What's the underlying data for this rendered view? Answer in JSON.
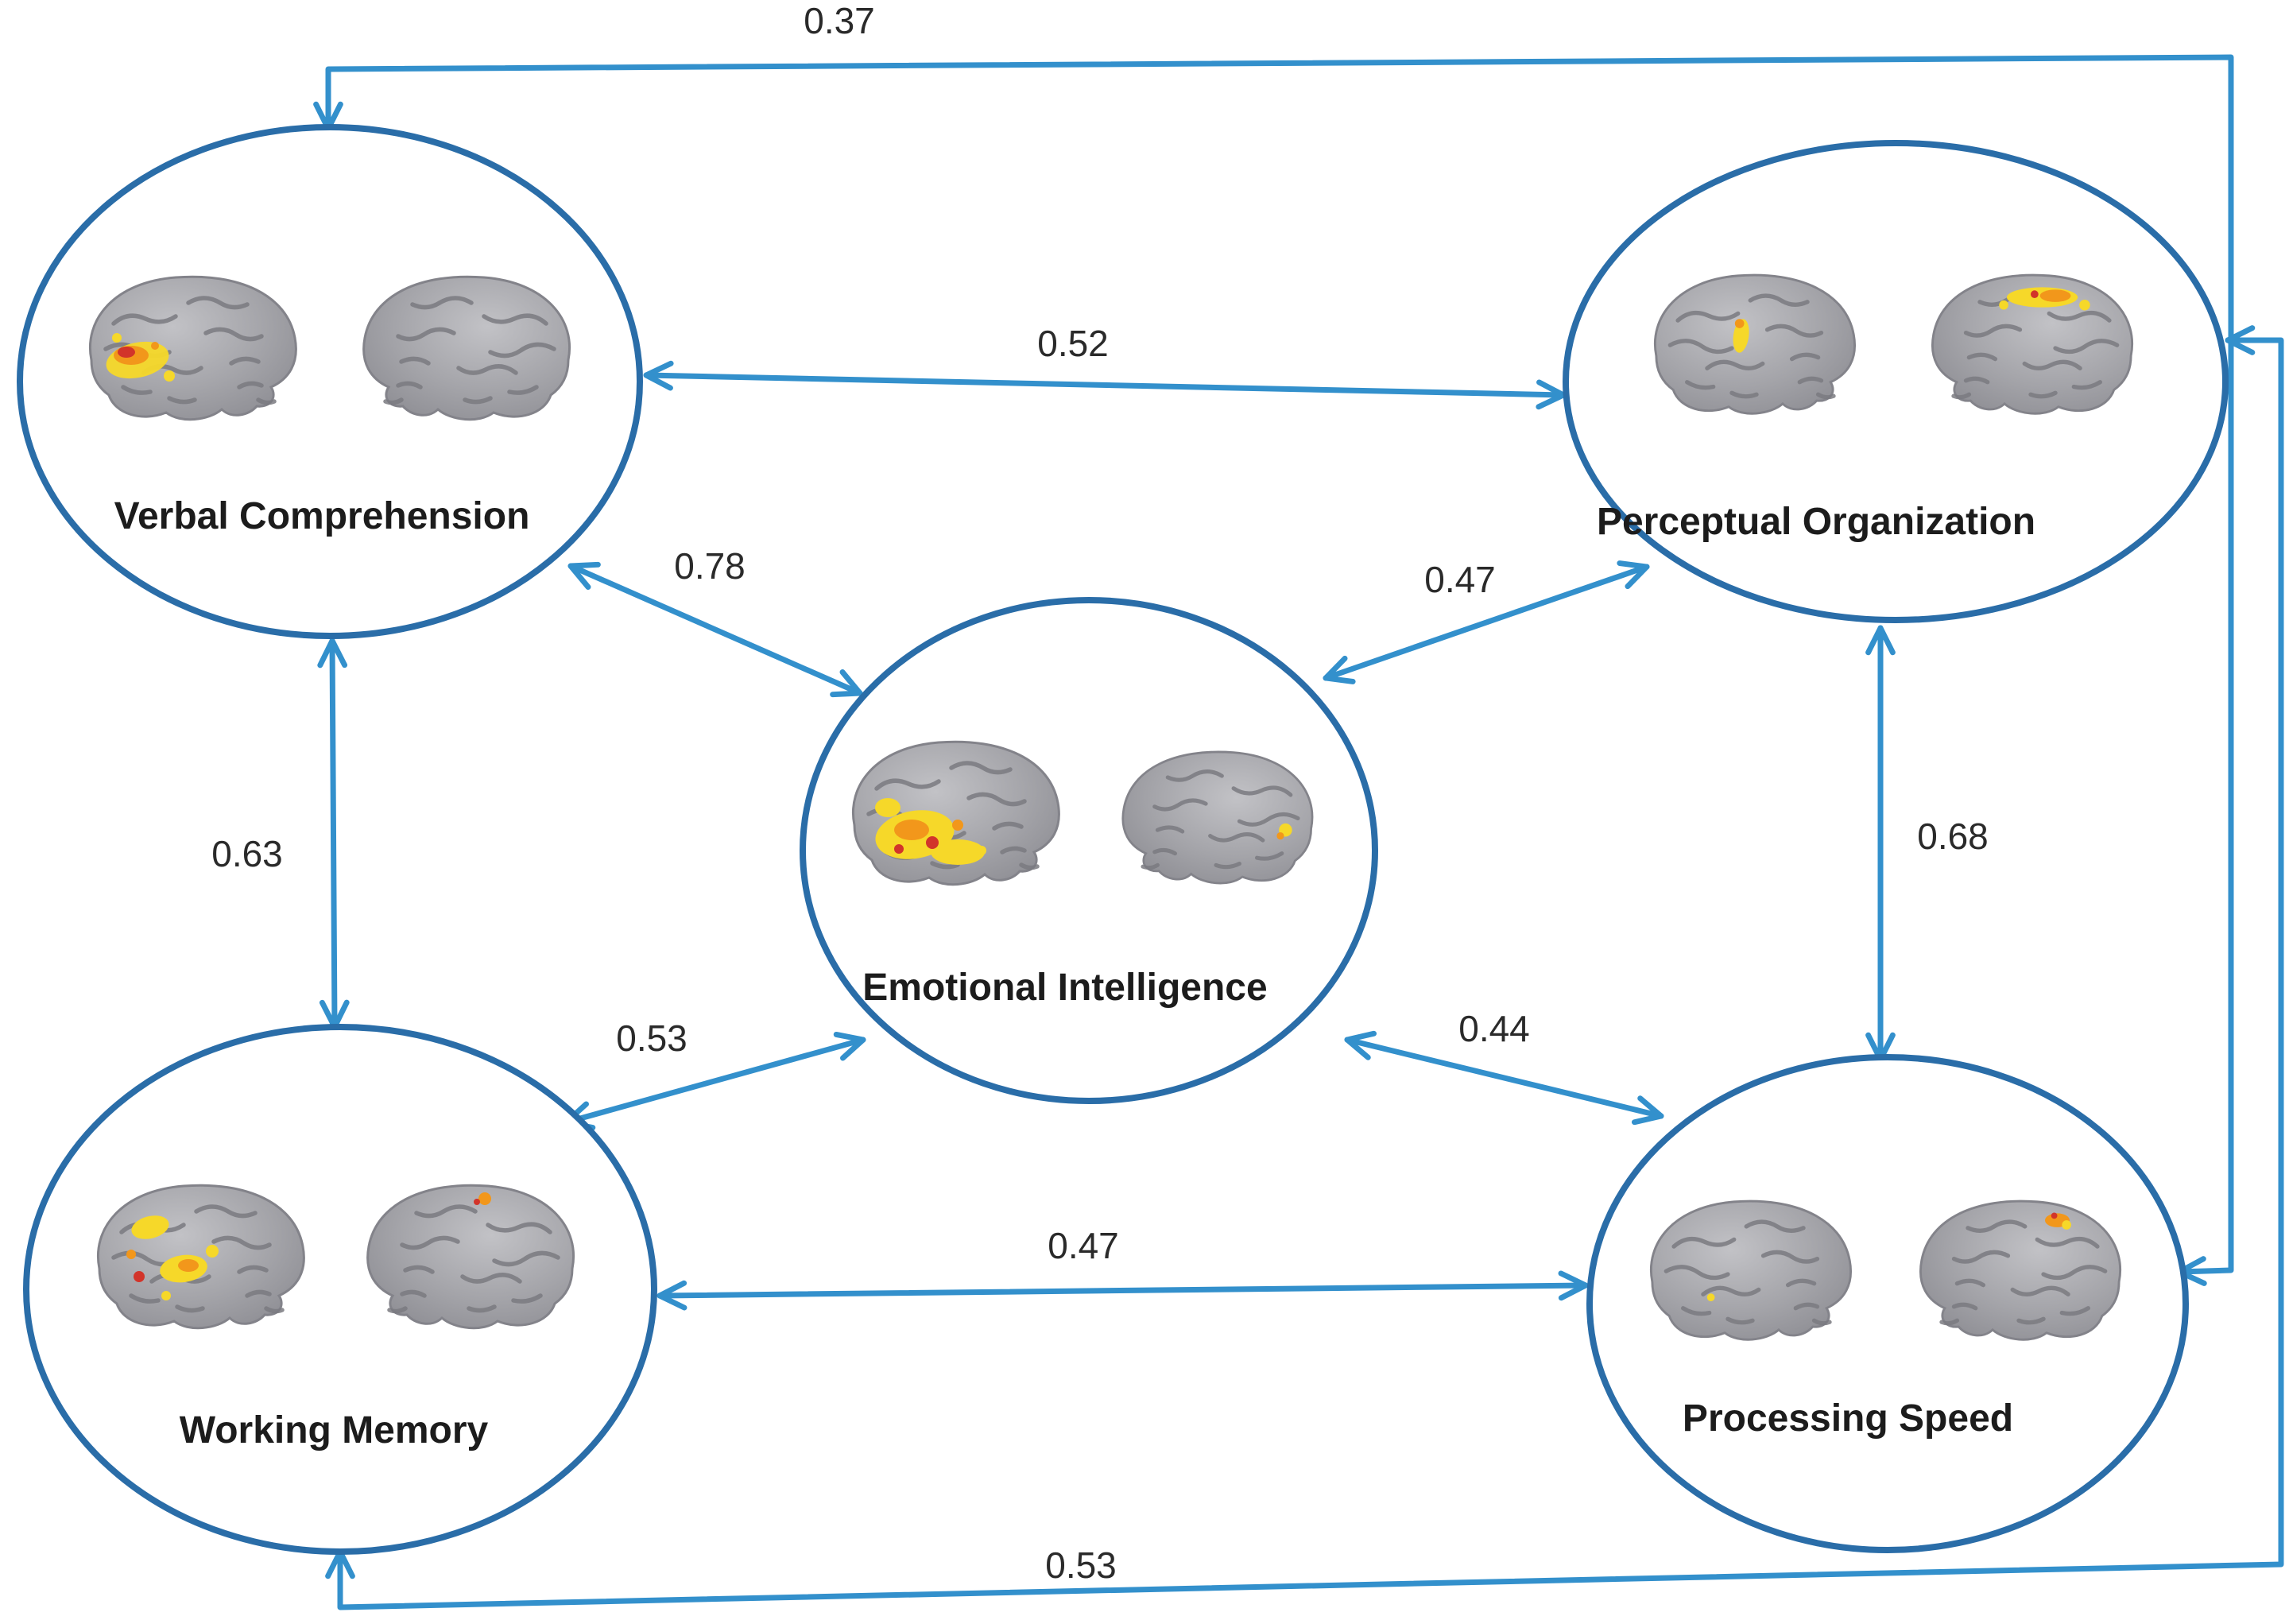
{
  "diagram": {
    "nodes": [
      {
        "id": "verbal-comprehension",
        "label": "Verbal Comprehension"
      },
      {
        "id": "perceptual-organization",
        "label": "Perceptual Organization"
      },
      {
        "id": "emotional-intelligence",
        "label": "Emotional Intelligence"
      },
      {
        "id": "working-memory",
        "label": "Working Memory"
      },
      {
        "id": "processing-speed",
        "label": "Processing Speed"
      }
    ],
    "edges": [
      {
        "from": "verbal-comprehension",
        "to": "processing-speed",
        "value": "0.37"
      },
      {
        "from": "verbal-comprehension",
        "to": "perceptual-organization",
        "value": "0.52"
      },
      {
        "from": "verbal-comprehension",
        "to": "emotional-intelligence",
        "value": "0.78"
      },
      {
        "from": "perceptual-organization",
        "to": "emotional-intelligence",
        "value": "0.47"
      },
      {
        "from": "verbal-comprehension",
        "to": "working-memory",
        "value": "0.63"
      },
      {
        "from": "perceptual-organization",
        "to": "processing-speed",
        "value": "0.68"
      },
      {
        "from": "working-memory",
        "to": "emotional-intelligence",
        "value": "0.53"
      },
      {
        "from": "emotional-intelligence",
        "to": "processing-speed",
        "value": "0.44"
      },
      {
        "from": "working-memory",
        "to": "processing-speed",
        "value": "0.47"
      },
      {
        "from": "working-memory",
        "to": "perceptual-organization",
        "value": "0.53"
      }
    ],
    "colors": {
      "node_stroke": "#2a6da8",
      "arrow": "#3390cc",
      "label_text": "#1c1c1c",
      "brain_gray": "#a6a6ab",
      "activation_yellow": "#f6d829",
      "activation_orange": "#f2971b",
      "activation_red": "#d2342a"
    }
  }
}
